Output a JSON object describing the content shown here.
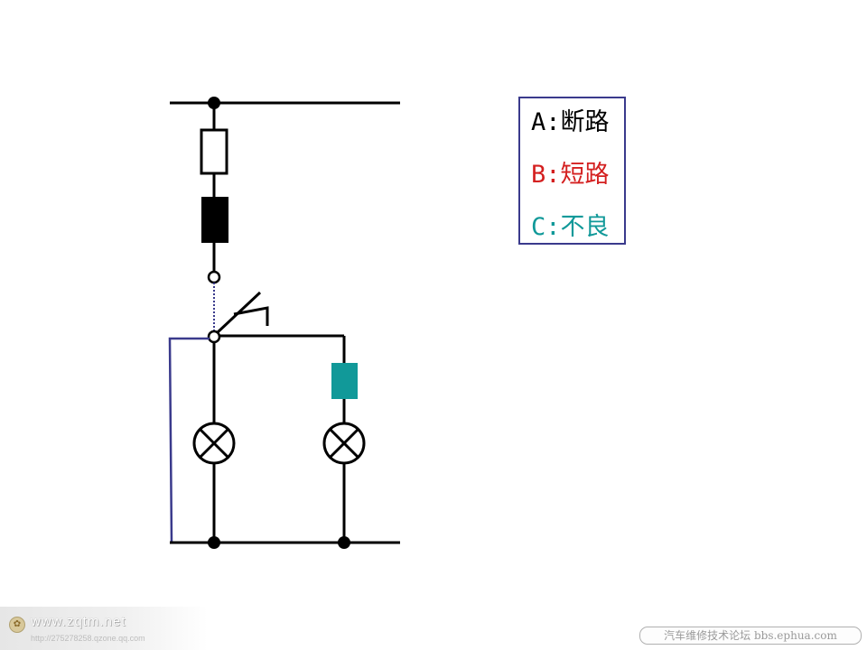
{
  "legend": {
    "items": [
      {
        "label": "A:断路",
        "color": "#000000"
      },
      {
        "label": "B:短路",
        "color": "#d42020"
      },
      {
        "label": "C:不良",
        "color": "#119999"
      }
    ],
    "border_color": "#3a3a8c"
  },
  "diagram": {
    "components": [
      "fuse",
      "relay-coil",
      "connector",
      "switch",
      "resistor",
      "lamp-1",
      "lamp-2"
    ],
    "colors": {
      "wire": "#000000",
      "short_path": "#3a3a8c",
      "open_path": "#3a3a8c",
      "resistor": "#119999"
    }
  },
  "watermark_left": {
    "site": "www.zqtm.net",
    "url": "http://275278258.qzone.qq.com"
  },
  "watermark_right": {
    "text": "汽车维修技术论坛 bbs.ephua.com"
  }
}
